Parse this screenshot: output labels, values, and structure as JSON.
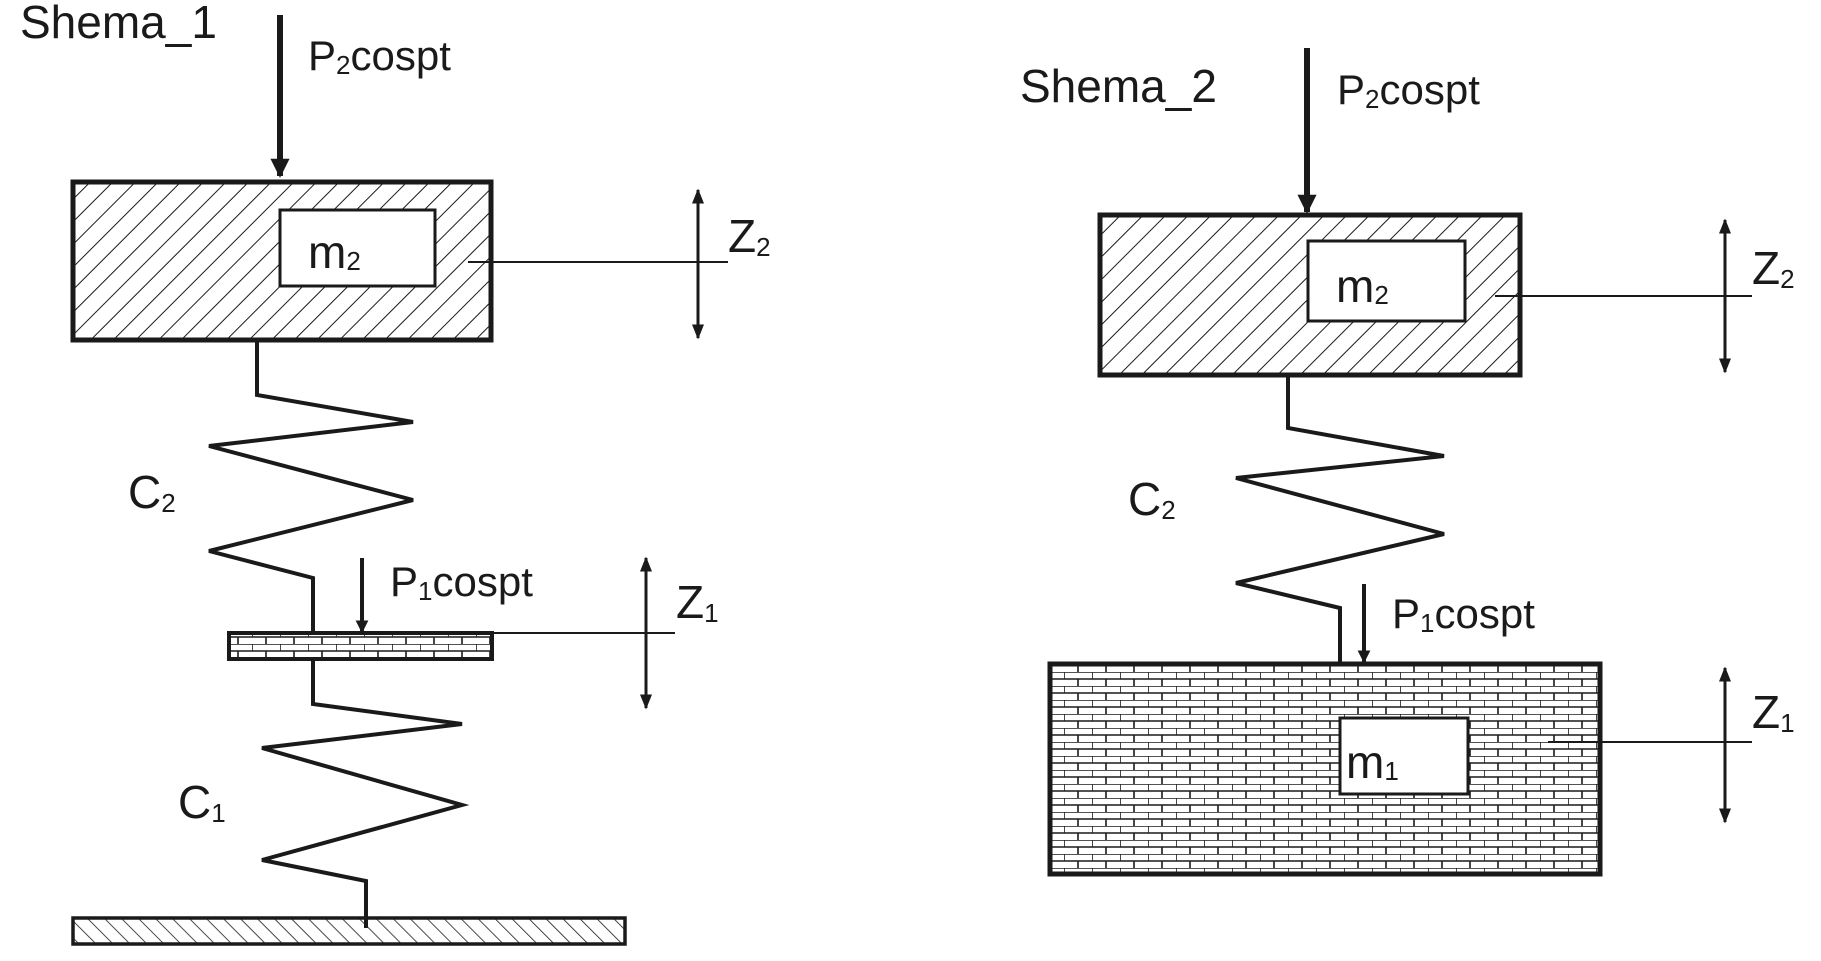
{
  "scheme1": {
    "title": "Shema_1",
    "force_top": {
      "base": "P",
      "sub": "2",
      "rest": "cospt"
    },
    "mass_top": {
      "base": "m",
      "sub": "2"
    },
    "disp_top": {
      "base": "Z",
      "sub": "2"
    },
    "spring_upper": {
      "base": "C",
      "sub": "2"
    },
    "force_mid": {
      "base": "P",
      "sub": "1",
      "rest": "cospt"
    },
    "disp_mid": {
      "base": "Z",
      "sub": "1"
    },
    "spring_lower": {
      "base": "C",
      "sub": "1"
    }
  },
  "scheme2": {
    "title": "Shema_2",
    "force_top": {
      "base": "P",
      "sub": "2",
      "rest": "cospt"
    },
    "mass_top": {
      "base": "m",
      "sub": "2"
    },
    "disp_top": {
      "base": "Z",
      "sub": "2"
    },
    "spring": {
      "base": "C",
      "sub": "2"
    },
    "force_bottom": {
      "base": "P",
      "sub": "1",
      "rest": "cospt"
    },
    "mass_bottom": {
      "base": "m",
      "sub": "1"
    },
    "disp_bottom": {
      "base": "Z",
      "sub": "1"
    }
  }
}
